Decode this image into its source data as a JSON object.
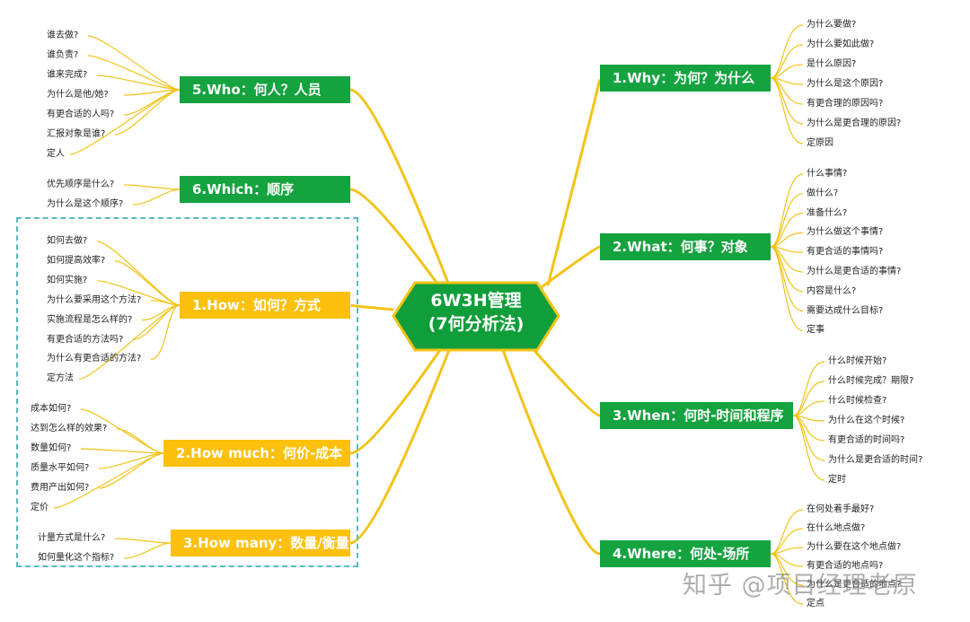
{
  "center": {
    "line1": "6W3H管理",
    "line2": "(7何分析法)"
  },
  "why": {
    "title": "1.Why：为何？为什么",
    "items": [
      "为什么要做?",
      "为什么要如此做?",
      "是什么原因?",
      "为什么是这个原因?",
      "有更合理的原因吗?",
      "为什么是更合理的原因?",
      "定原因"
    ]
  },
  "what": {
    "title": "2.What：何事？对象",
    "items": [
      "什么事情?",
      "做什么?",
      "准备什么?",
      "为什么做这个事情?",
      "有更合适的事情吗?",
      "为什么是更合适的事情?",
      "内容是什么?",
      "需要达成什么目标?",
      "定事"
    ]
  },
  "when": {
    "title": "3.When：何时-时间和程序",
    "items": [
      "什么时候开始?",
      "什么时候完成？期限?",
      "什么时候检查?",
      "为什么在这个时候?",
      "有更合适的时间吗?",
      "为什么是更合适的时间?",
      "定时"
    ]
  },
  "where": {
    "title": "4.Where：何处-场所",
    "items": [
      "在何处着手最好?",
      "在什么地点做?",
      "为什么要在这个地点做?",
      "有更合适的地点吗?",
      "为什么是更合适的地点?",
      "定点"
    ]
  },
  "who": {
    "title": "5.Who：何人？人员",
    "items": [
      "谁去做?",
      "谁负责?",
      "谁来完成?",
      "为什么是他/她?",
      "有更合适的人吗?",
      "汇报对象是谁?",
      "定人"
    ]
  },
  "which": {
    "title": "6.Which：顺序",
    "items": [
      "优先顺序是什么?",
      "为什么是这个顺序?"
    ]
  },
  "how": {
    "title": "1.How：如何？方式",
    "items": [
      "如何去做?",
      "如何提高效率?",
      "如何实施?",
      "为什么要采用这个方法?",
      "实施流程是怎么样的?",
      "有更合适的方法吗?",
      "为什么有更合适的方法?",
      "定方法"
    ]
  },
  "howmuch": {
    "title": "2.How much：何价-成本",
    "items": [
      "成本如何?",
      "达到怎么样的效果?",
      "数量如何?",
      "质量水平如何?",
      "费用产出如何?",
      "定价"
    ]
  },
  "howmany": {
    "title": "3.How many：数量/衡量",
    "items": [
      "计量方式是什么?",
      "如何量化这个指标?"
    ]
  },
  "watermark": "知乎 @项目经理老原",
  "colors": {
    "green": "#14a33f",
    "yellow": "#fcc00d",
    "line": "#f3c317",
    "dashed": "#5bb8c4",
    "hex": "#0f9e3a"
  }
}
